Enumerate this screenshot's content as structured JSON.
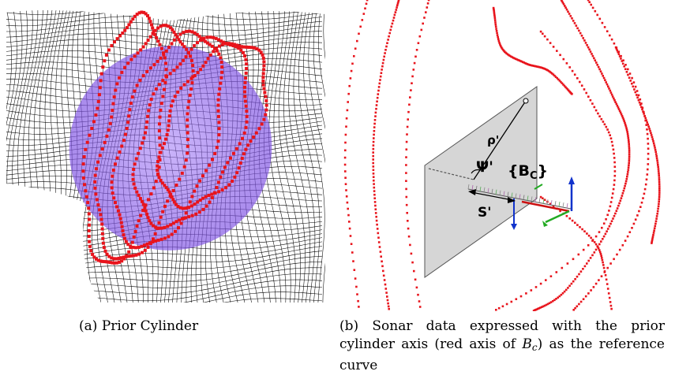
{
  "figure_a": {
    "caption_label": "(a)",
    "caption_text": "Prior Cylinder"
  },
  "figure_b": {
    "caption_label": "(b)",
    "caption_text_1": "Sonar data expressed with the prior cylinder axis (red axis of ",
    "caption_math_B": "B",
    "caption_math_sub": "c",
    "caption_text_2": ") as the reference curve",
    "labels": {
      "rho": "ρ'",
      "psi": "Ψ'",
      "frame": "{B",
      "frame_sub": "C",
      "frame_close": "}",
      "s": "S'"
    }
  },
  "colors": {
    "mesh": "#000000",
    "sonar_points": "#e8141c",
    "cylinder_fill": "#8a5cf0",
    "plane_fill": "#c8c8c8",
    "axis_red": "#cc1111",
    "axis_green": "#22aa22",
    "axis_blue": "#1133cc"
  }
}
